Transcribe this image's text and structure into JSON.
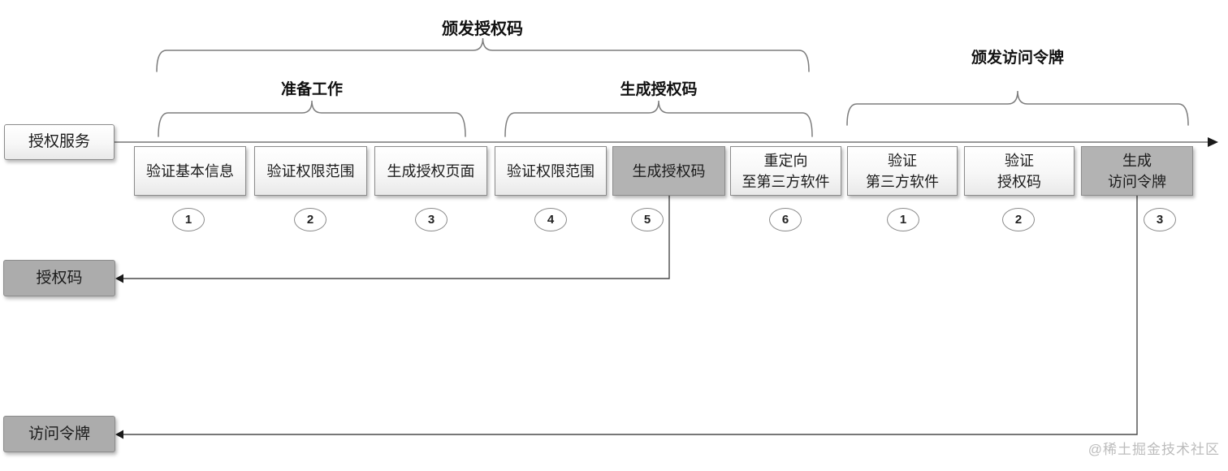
{
  "titles": {
    "issue_auth_code": "颁发授权码",
    "prepare": "准备工作",
    "generate_auth_code": "生成授权码",
    "issue_access_token": "颁发访问令牌"
  },
  "lanes": [
    {
      "id": "auth-service",
      "label": "授权服务",
      "variant": "light"
    },
    {
      "id": "auth-code",
      "label": "授权码",
      "variant": "gray"
    },
    {
      "id": "access-token",
      "label": "访问令牌",
      "variant": "gray"
    }
  ],
  "steps": [
    {
      "lines": [
        "验证基本信息"
      ],
      "num": "1",
      "variant": "light"
    },
    {
      "lines": [
        "验证权限范围"
      ],
      "num": "2",
      "variant": "light"
    },
    {
      "lines": [
        "生成授权页面"
      ],
      "num": "3",
      "variant": "light"
    },
    {
      "lines": [
        "验证权限范围"
      ],
      "num": "4",
      "variant": "light"
    },
    {
      "lines": [
        "生成授权码"
      ],
      "num": "5",
      "variant": "gray"
    },
    {
      "lines": [
        "重定向",
        "至第三方软件"
      ],
      "num": "6",
      "variant": "light"
    },
    {
      "lines": [
        "验证",
        "第三方软件"
      ],
      "num": "1",
      "variant": "light"
    },
    {
      "lines": [
        "验证",
        "授权码"
      ],
      "num": "2",
      "variant": "light"
    },
    {
      "lines": [
        "生成",
        "访问令牌"
      ],
      "num": "3",
      "variant": "gray"
    }
  ],
  "watermark": "@稀土掘金技术社区",
  "colors": {
    "line": "#767676",
    "connector": "#4a4a4a",
    "arrow": "#1a1a1a",
    "bracket": "#7d7d7d",
    "box_border": "#8b8b8b",
    "box_gray": "#b3b3b3",
    "lane_gray": "#acacac",
    "text": "#1b1b1b",
    "watermark": "#bcbcbc"
  }
}
